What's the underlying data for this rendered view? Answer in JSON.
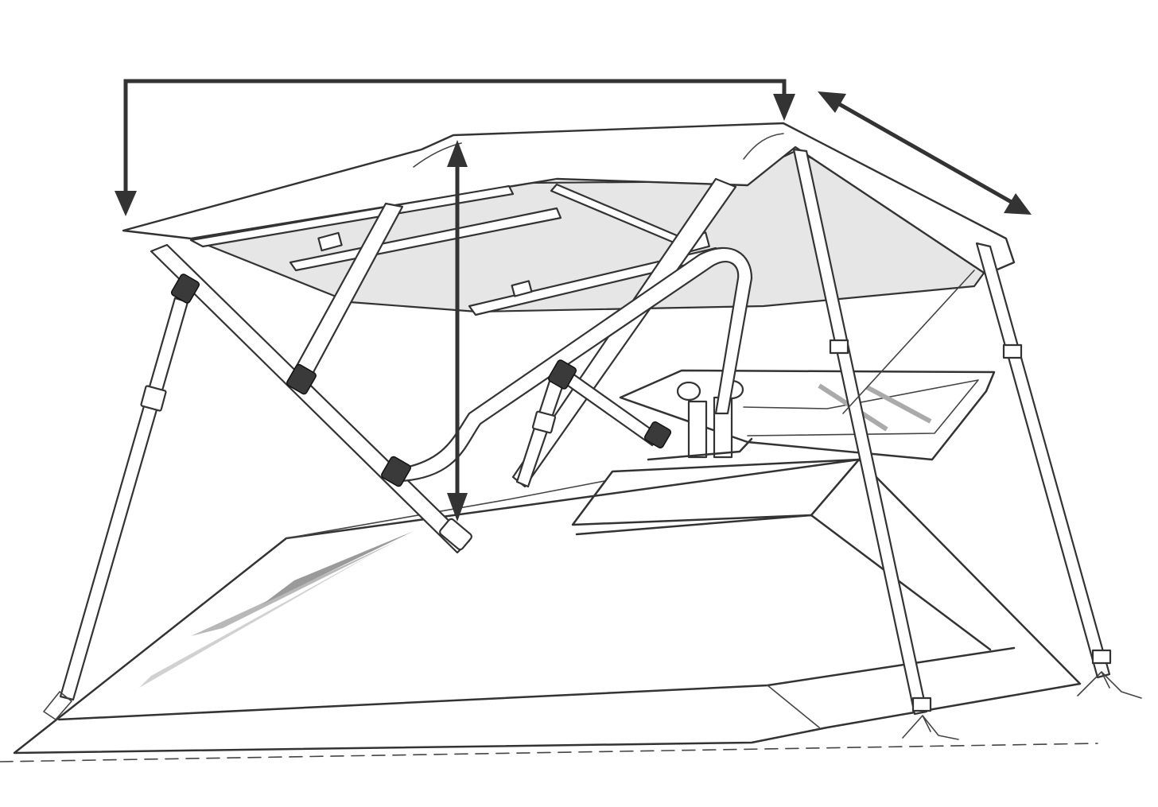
{
  "figure": {
    "subject": "boat-bimini-top",
    "line_color": "#333333",
    "fabric_color": "#e6e6e6",
    "fitting_color": "#3a3a3a",
    "background": "#ffffff",
    "dimension_arrows": [
      "length",
      "width",
      "height"
    ],
    "icons": [
      "deck-hinge-icon",
      "strap-buckle-icon",
      "jaw-slide-icon",
      "eye-end-cap-icon"
    ]
  }
}
